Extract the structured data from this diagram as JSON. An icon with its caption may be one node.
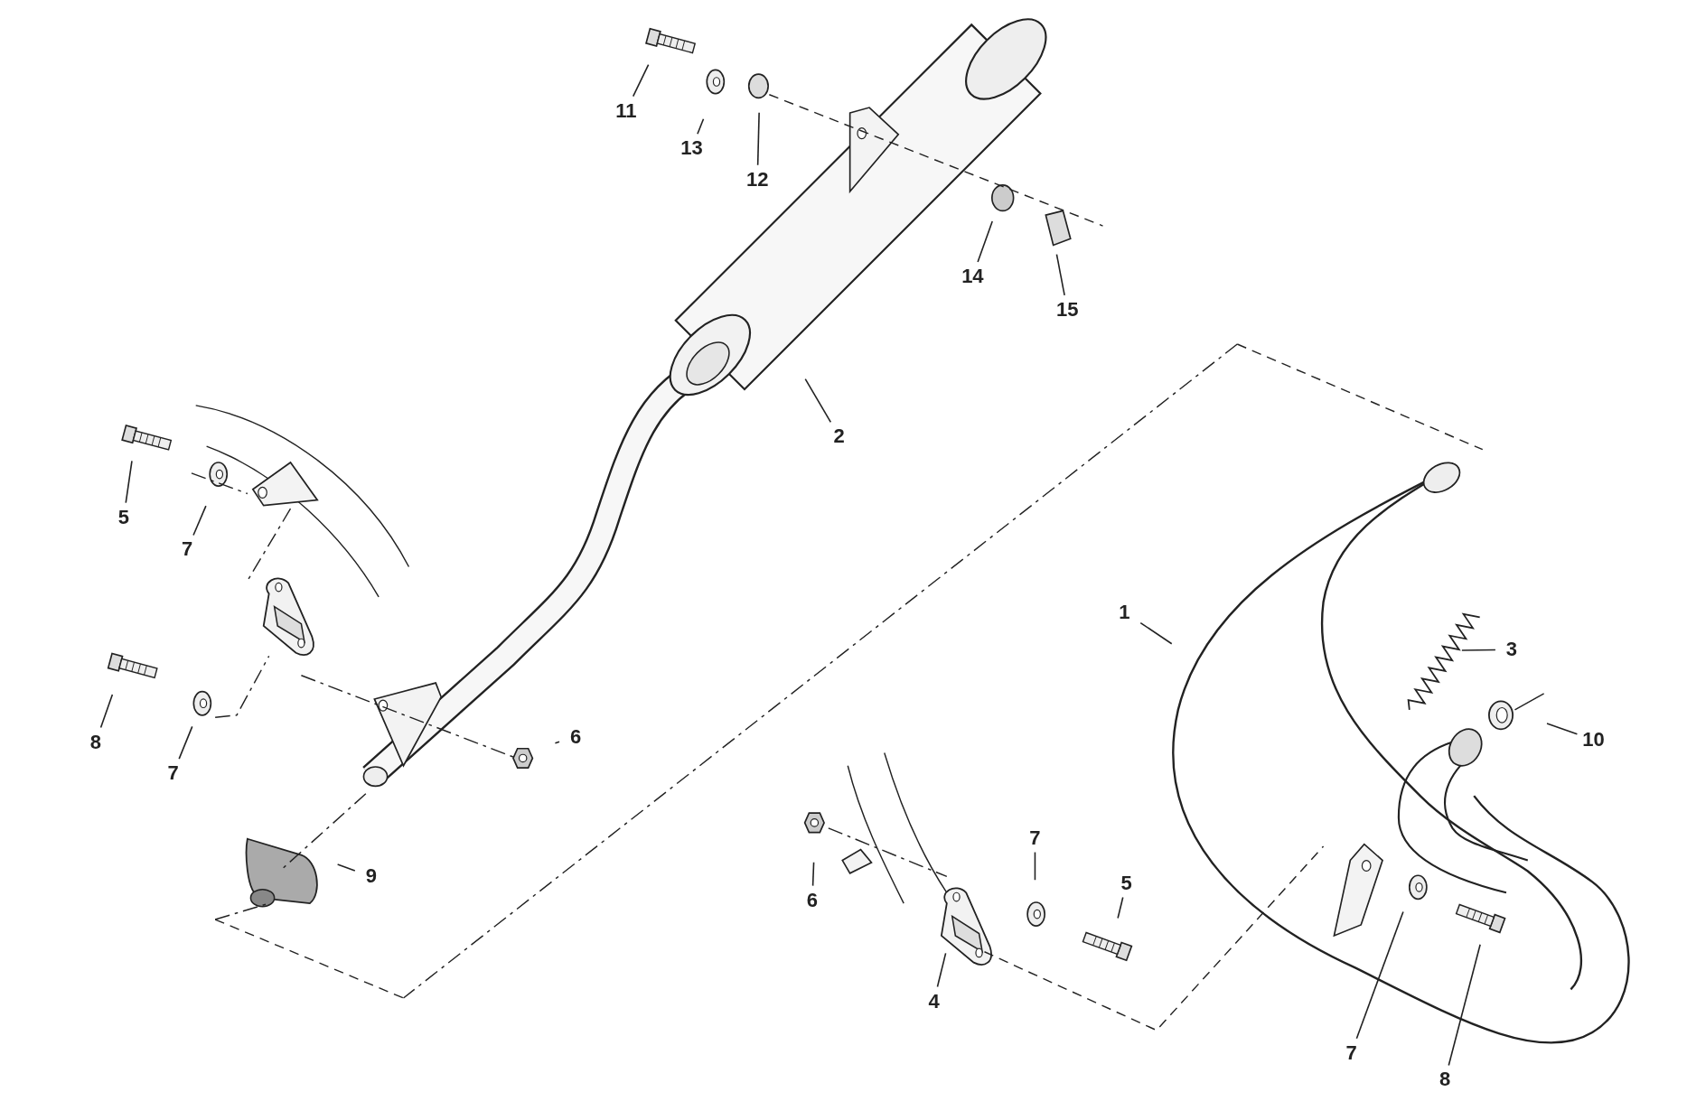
{
  "diagram": {
    "nodes": [
      {
        "text": [
          "11"
        ]
      },
      {
        "text": [
          "13"
        ]
      },
      {
        "text": [
          "12"
        ]
      },
      {
        "text": [
          "14"
        ]
      },
      {
        "text": [
          "15"
        ]
      },
      {
        "text": [
          "2"
        ]
      },
      {
        "text": [
          "5"
        ]
      },
      {
        "text": [
          "7"
        ]
      },
      {
        "text": [
          "1"
        ]
      },
      {
        "text": [
          "3"
        ]
      },
      {
        "text": [
          "8"
        ]
      },
      {
        "text": [
          "7"
        ]
      },
      {
        "text": [
          "6"
        ]
      },
      {
        "text": [
          "10"
        ]
      },
      {
        "text": [
          "9"
        ]
      },
      {
        "text": [
          "7"
        ]
      },
      {
        "text": [
          "5"
        ]
      },
      {
        "text": [
          "6"
        ]
      },
      {
        "text": [
          "4"
        ]
      },
      {
        "text": [
          "7"
        ]
      },
      {
        "text": [
          "8"
        ]
      }
    ],
    "edges": [
      {
        "from": 0,
        "to": null,
        "arrow": "none"
      },
      {
        "from": 1,
        "to": null,
        "arrow": "none"
      },
      {
        "from": 2,
        "to": null,
        "arrow": "none"
      },
      {
        "from": 3,
        "to": null,
        "arrow": "none"
      },
      {
        "from": 4,
        "to": null,
        "arrow": "none"
      },
      {
        "from": 5,
        "to": null,
        "arrow": "none"
      },
      {
        "from": 6,
        "to": null,
        "arrow": "none"
      },
      {
        "from": 7,
        "to": null,
        "arrow": "none"
      },
      {
        "from": 8,
        "to": null,
        "arrow": "none"
      },
      {
        "from": 9,
        "to": null,
        "arrow": "none"
      },
      {
        "from": 10,
        "to": null,
        "arrow": "none"
      },
      {
        "from": 11,
        "to": null,
        "arrow": "none"
      },
      {
        "from": 12,
        "to": null,
        "arrow": "none"
      },
      {
        "from": 13,
        "to": null,
        "arrow": "none"
      },
      {
        "from": 14,
        "to": null,
        "arrow": "none"
      },
      {
        "from": 15,
        "to": null,
        "arrow": "none"
      },
      {
        "from": 16,
        "to": null,
        "arrow": "none"
      },
      {
        "from": 17,
        "to": null,
        "arrow": "none"
      },
      {
        "from": 18,
        "to": null,
        "arrow": "none"
      },
      {
        "from": 19,
        "to": null,
        "arrow": "none"
      },
      {
        "from": 20,
        "to": null,
        "arrow": "none"
      }
    ]
  }
}
